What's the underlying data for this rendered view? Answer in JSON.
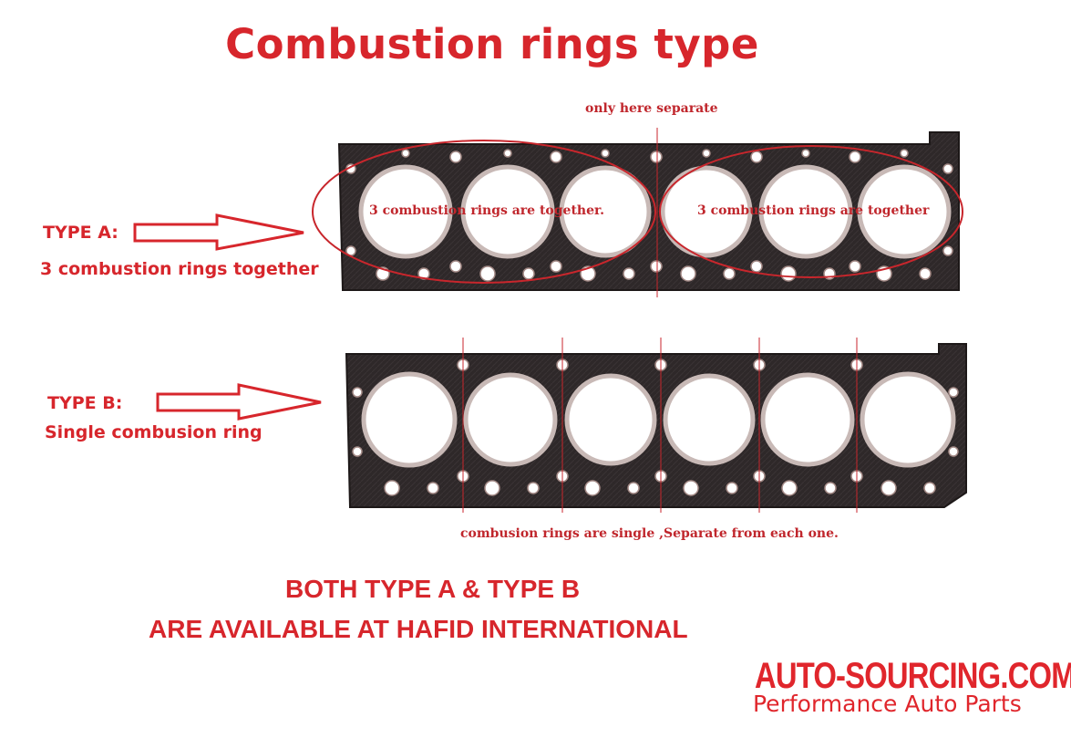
{
  "title": "Combustion rings type",
  "type_a": {
    "label": "TYPE A:",
    "description": "3 combustion rings together",
    "note_top": "only here separate",
    "group_left": "3 combustion rings are together.",
    "group_right": "3 combustion rings are together"
  },
  "type_b": {
    "label": "TYPE B:",
    "description": "Single combusion ring",
    "note_bottom": "combusion rings are single ,Separate from each one."
  },
  "availability": {
    "line1": "BOTH TYPE A & TYPE B",
    "line2": "ARE AVAILABLE AT HAFID INTERNATIONAL"
  },
  "brand": {
    "name": "AUTO-SOURCING.COM",
    "tagline": "Performance Auto Parts"
  },
  "colors": {
    "accent": "#d7262c",
    "gasket": "#2b2626"
  }
}
